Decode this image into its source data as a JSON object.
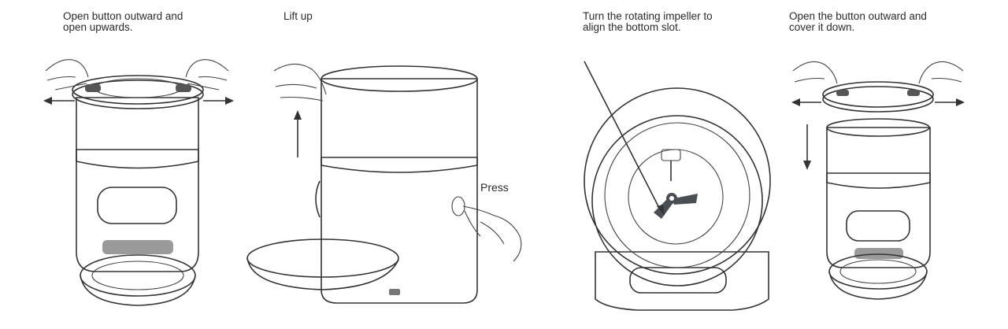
{
  "steps": [
    {
      "caption": "Open button outward and\nopen upwards."
    },
    {
      "caption": "Lift up",
      "callout": "Press"
    },
    {
      "caption": "Turn the rotating impeller to\nalign the bottom slot."
    },
    {
      "caption": "Open the button outward and\ncover it down."
    }
  ],
  "colors": {
    "body": "#f2f2f2",
    "hopper": "#8f8f8f",
    "panel_dark": "#4a4f55",
    "outline": "#333333"
  }
}
